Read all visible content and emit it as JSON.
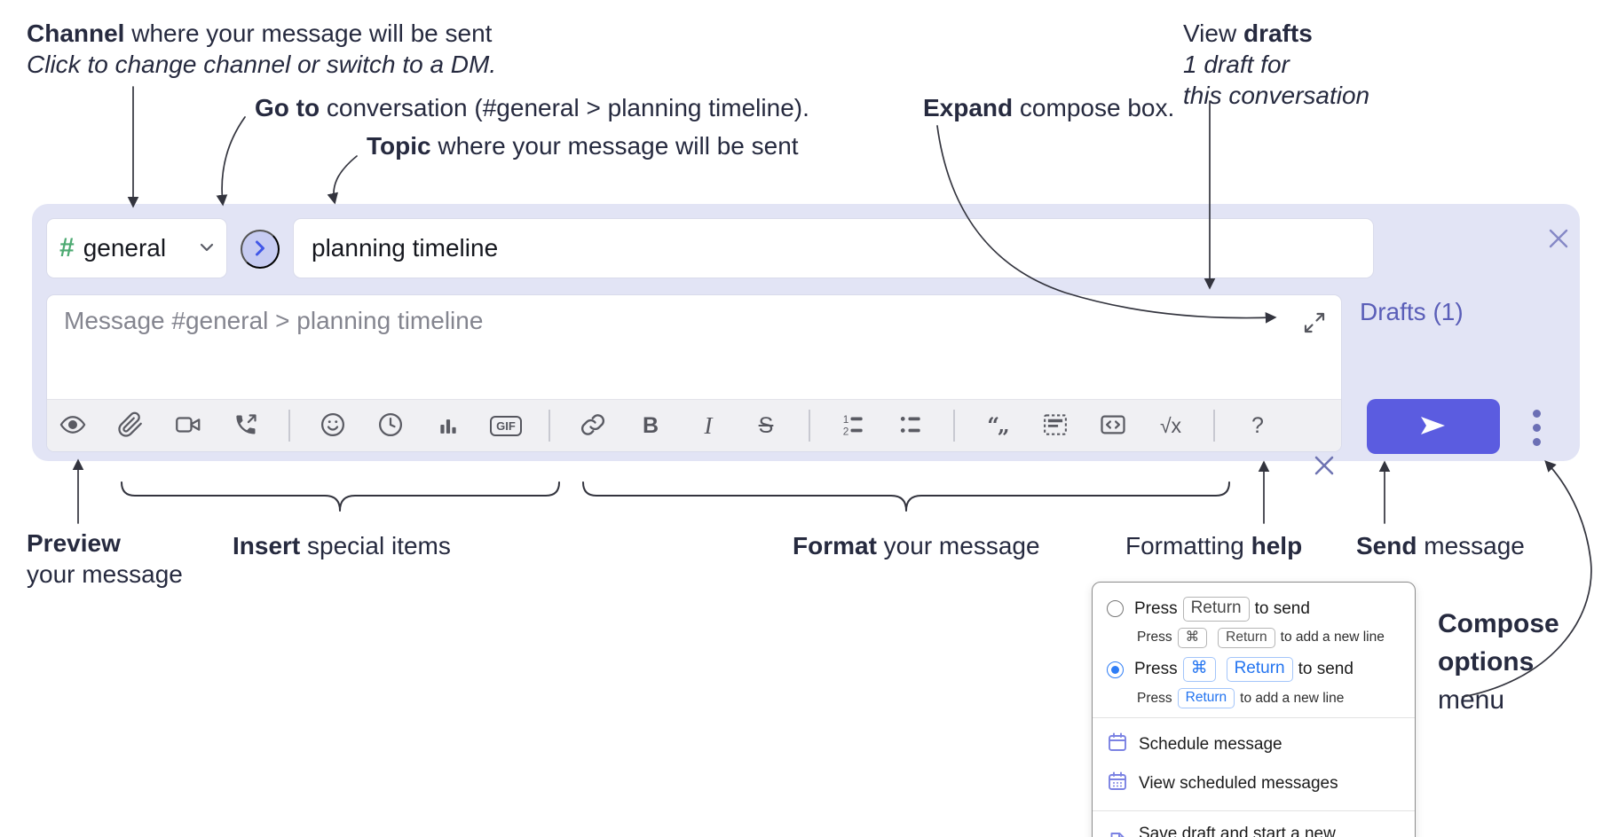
{
  "annotations": {
    "channel_callout": {
      "bold": "Channel",
      "text": " where your message will be sent",
      "italic": "Click to change channel or switch to a DM."
    },
    "goto_callout": {
      "bold": "Go to",
      "text": " conversation (#general > planning timeline)."
    },
    "topic_callout": {
      "bold": "Topic",
      "text": " where your message will be sent"
    },
    "expand_callout": {
      "bold": "Expand",
      "text": " compose box."
    },
    "drafts_callout": {
      "text": "View ",
      "bold": "drafts",
      "italic1": "1 draft for",
      "italic2": "this conversation"
    },
    "preview_callout": {
      "bold": "Preview",
      "text": "your message"
    },
    "insert_callout": {
      "bold": "Insert",
      "text": " special items"
    },
    "format_callout": {
      "bold": "Format",
      "text": " your message"
    },
    "help_callout": {
      "text": "Formatting ",
      "bold": "help"
    },
    "send_callout": {
      "bold": "Send",
      "text": " message"
    },
    "compose_options_callout": {
      "bold1": "Compose",
      "bold2": "options",
      "text": "menu"
    }
  },
  "compose_box": {
    "channel_selector": {
      "hash": "#",
      "name": "general"
    },
    "topic_input_value": "planning timeline",
    "message_placeholder": "Message #general > planning timeline",
    "drafts_link": "Drafts (1)",
    "toolbar_glyphs": {
      "gif": "GIF",
      "bold": "B",
      "italic": "I",
      "strike": "S",
      "ol_1": "1",
      "ol_2": "2",
      "quote": "“„",
      "math": "√x",
      "help": "?"
    }
  },
  "compose_options_menu": {
    "option_return_to_send": {
      "press": "Press",
      "key_return": "Return",
      "to_send": "to send",
      "press2": "Press",
      "key_cmd": "⌘",
      "key_return2": "Return",
      "to_newline": "to add a new line"
    },
    "option_cmd_return_to_send": {
      "press": "Press",
      "key_cmd": "⌘",
      "key_return": "Return",
      "to_send": "to send",
      "press2": "Press",
      "key_return2": "Return",
      "to_newline": "to add a new line"
    },
    "schedule_message": "Schedule message",
    "view_scheduled": "View scheduled messages",
    "save_draft": "Save draft and start a new message"
  },
  "colors": {
    "accent": "#5b5ce0",
    "compose_bg": "#e2e4f5",
    "drafts_link": "#5a5eb8",
    "hash_green": "#4daa72",
    "radio_selected": "#2e7df6",
    "menu_icon_purple": "#7b82e3"
  }
}
